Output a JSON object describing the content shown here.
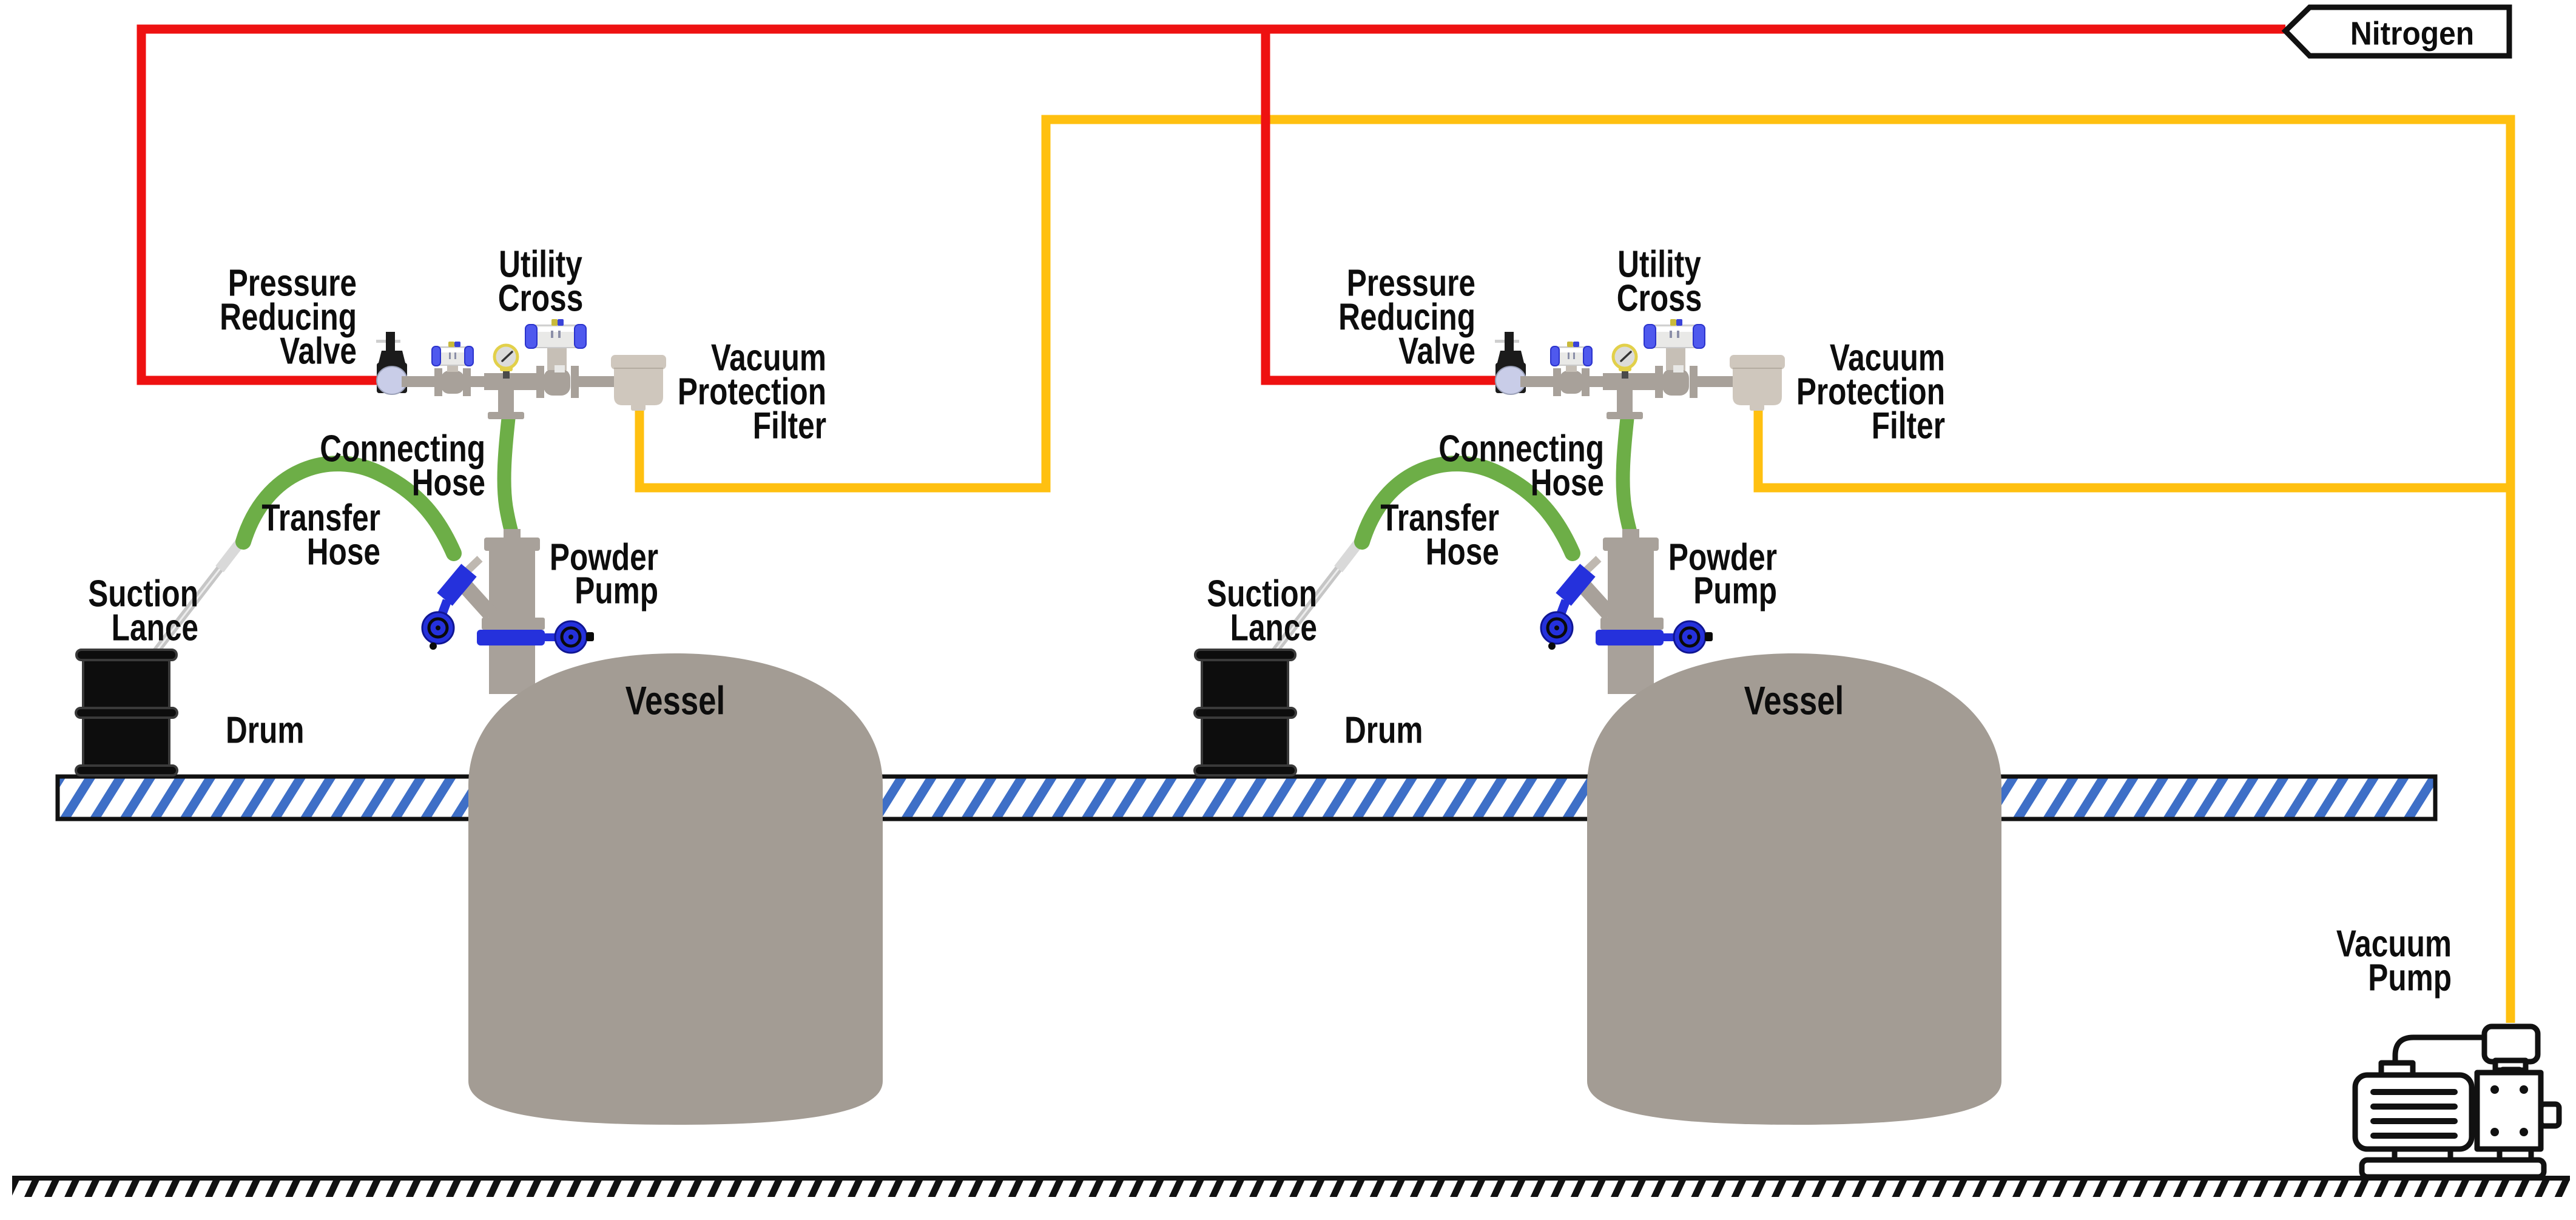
{
  "nitrogen": {
    "label": "Nitrogen"
  },
  "vacuum_pump_label": {
    "line1": "Vacuum",
    "line2": "Pump"
  },
  "unit_labels": {
    "pressure_reducing_valve": [
      "Pressure",
      "Reducing",
      "Valve"
    ],
    "utility_cross": [
      "Utility",
      "Cross"
    ],
    "vacuum_protection_filter": [
      "Vacuum",
      "Protection",
      "Filter"
    ],
    "connecting_hose": [
      "Connecting",
      "Hose"
    ],
    "transfer_hose": [
      "Transfer",
      "Hose"
    ],
    "suction_lance": [
      "Suction",
      "Lance"
    ],
    "drum": "Drum",
    "powder_pump": [
      "Powder",
      "Pump"
    ],
    "vessel": "Vessel"
  },
  "colors": {
    "nitrogen_line_red": "#EE1111",
    "vacuum_line_yellow": "#FFC010",
    "hose_green": "#6DAE47",
    "equipment_gray": "#A8A19A",
    "vessel_gray": "#A39C94",
    "filter_beige": "#CFC7BD",
    "actuator_blue": "#4F59EE",
    "valve_blue": "#2531DC",
    "prv_lavender": "#C9CDE8",
    "platform_hatch_blue": "#3E6FC7",
    "drum_black": "#0d0d0d",
    "label_black": "#0d0d0d"
  }
}
